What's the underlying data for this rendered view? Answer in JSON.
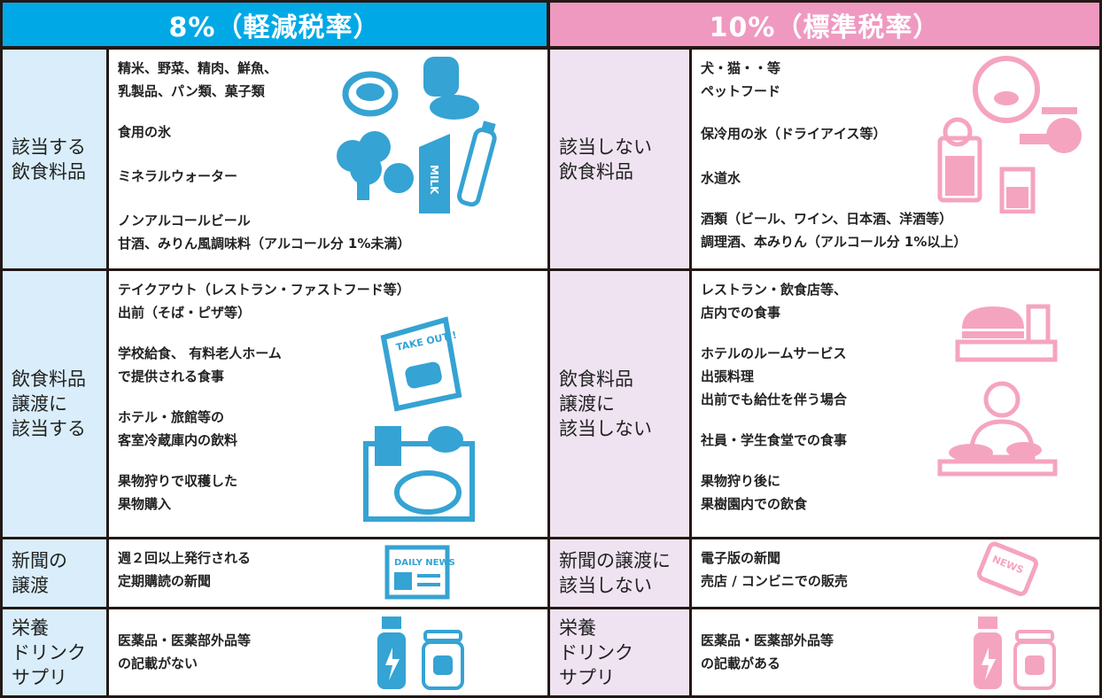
{
  "colors": {
    "blue_header": "#00a9e6",
    "blue_label": "#d9eefa",
    "blue_icon": "#35a3d3",
    "pink_header": "#ef99c0",
    "pink_label": "#efe3f1",
    "pink_icon": "#f5a4bf"
  },
  "left": {
    "header": "8%（軽減税率）",
    "rows": [
      {
        "label": "該当する\n飲食料品",
        "items": [
          "精米、野菜、精肉、鮮魚、\n乳製品、パン類、菓子類",
          "食用の氷",
          "ミネラルウォーター",
          "ノンアルコールビール\n甘酒、みりん風調味料（アルコール分 1%未満）"
        ],
        "icons": [
          "meat-icon",
          "bread-icon",
          "broccoli-icon",
          "tomato-icon",
          "milk-carton-icon",
          "water-bottle-icon"
        ],
        "milk_text": "MILK"
      },
      {
        "label": "飲食料品\n譲渡に\n該当する",
        "items": [
          "テイクアウト（レストラン・ファストフード等）\n出前（そば・ピザ等）",
          "学校給食、 有料老人ホーム\nで提供される食事",
          "ホテル・旅館等の\n客室冷蔵庫内の飲料",
          "果物狩りで収穫した\n果物購入"
        ],
        "icons": [
          "takeout-bag-icon",
          "school-lunch-tray-icon"
        ],
        "bag_text": "TAKE OUT !"
      },
      {
        "label": "新聞の\n譲渡",
        "items": [
          "週２回以上発行される\n定期購読の新聞"
        ],
        "icons": [
          "newspaper-icon"
        ],
        "paper_text": "DAILY NEWS"
      },
      {
        "label": "栄養\nドリンク\nサプリ",
        "items": [
          "医薬品・医薬部外品等\nの記載がない"
        ],
        "icons": [
          "energy-drink-icon",
          "supplement-jar-icon"
        ]
      }
    ]
  },
  "right": {
    "header": "10%（標準税率）",
    "rows": [
      {
        "label": "該当しない\n飲食料品",
        "items": [
          "犬・猫・・等\nペットフード",
          "保冷用の氷（ドライアイス等）",
          "水道水",
          "酒類（ビール、ワイン、日本酒、洋酒等）\n調理酒、本みりん（アルコール分 1%以上）"
        ],
        "icons": [
          "fishbowl-icon",
          "faucet-icon",
          "beer-mug-icon",
          "glass-icon"
        ]
      },
      {
        "label": "飲食料品\n譲渡に\n該当しない",
        "items": [
          "レストラン・飲食店等、\n店内での食事",
          "ホテルのルームサービス\n出張料理\n出前でも給仕を伴う場合",
          "社員・学生食堂での食事",
          "果物狩り後に\n果樹園内での飲食"
        ],
        "icons": [
          "burger-tray-icon",
          "sushi-chef-icon"
        ]
      },
      {
        "label": "新聞の譲渡に\n該当しない",
        "items": [
          "電子版の新聞\n売店 / コンビニでの販売"
        ],
        "icons": [
          "smartphone-news-icon"
        ],
        "phone_text": "NEWS"
      },
      {
        "label": "栄養\nドリンク\nサプリ",
        "items": [
          "医薬品・医薬部外品等\nの記載がある"
        ],
        "icons": [
          "energy-drink-icon",
          "supplement-jar-icon"
        ]
      }
    ]
  }
}
